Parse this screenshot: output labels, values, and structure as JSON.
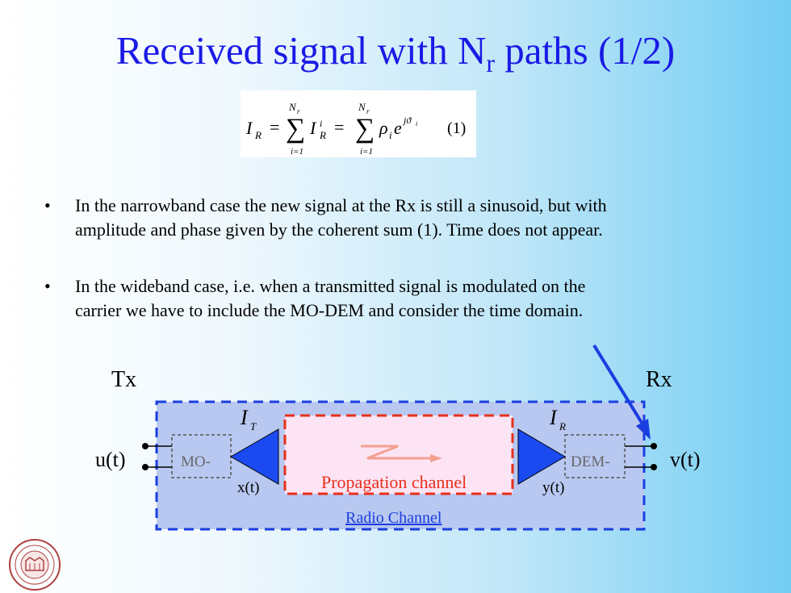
{
  "title": {
    "main": "Received signal with N",
    "sub": "r",
    "rest": " paths (1/2)"
  },
  "formula": {
    "lhs_symbol": "I",
    "lhs_sub": "R",
    "sum_upper_symbol": "N",
    "sum_upper_sub": "r",
    "sum_lower": "i=1",
    "term1_symbol": "I",
    "term1_sup": "i",
    "term1_sub": "R",
    "term2_rho": "ρ",
    "term2_rho_sub": "i",
    "term2_e": "e",
    "term2_exp": "jϑ",
    "term2_exp_sub": "i",
    "equals": "=",
    "number": "(1)"
  },
  "bullets": [
    {
      "marker": "•",
      "line1": "In the narrowband case the new signal at the Rx is still a sinusoid, but with",
      "line2": "amplitude and phase given by the coherent sum (1). Time does not appear."
    },
    {
      "marker": "•",
      "line1": "In the wideband case, i.e. when a transmitted signal  is modulated on the",
      "line2": "carrier we have to include the MO-DEM and consider the time domain."
    }
  ],
  "diagram": {
    "tx_label": "Tx",
    "rx_label": "Rx",
    "input_label": "u(t)",
    "output_label": "v(t)",
    "mod_label": "MO-",
    "demod_label": "DEM-",
    "tx_signal_label": "x(t)",
    "rx_signal_label": "y(t)",
    "tx_current_symbol": "I",
    "tx_current_sub": "T",
    "rx_current_symbol": "I",
    "rx_current_sub": "R",
    "propagation_label": "Propagation channel",
    "radio_label": "Radio Channel"
  },
  "colors": {
    "title": "#1a1ae6",
    "radio_box_fill": "#b8c8f0",
    "dashed_blue": "#1a3ee0",
    "propagation_fill": "#fde4f4",
    "propagation_border": "#e8301c",
    "propagation_text": "#e8301c",
    "arrow": "#1a3ee0",
    "triangle": "#1a4af0"
  },
  "logo": {
    "name": "university-seal"
  }
}
